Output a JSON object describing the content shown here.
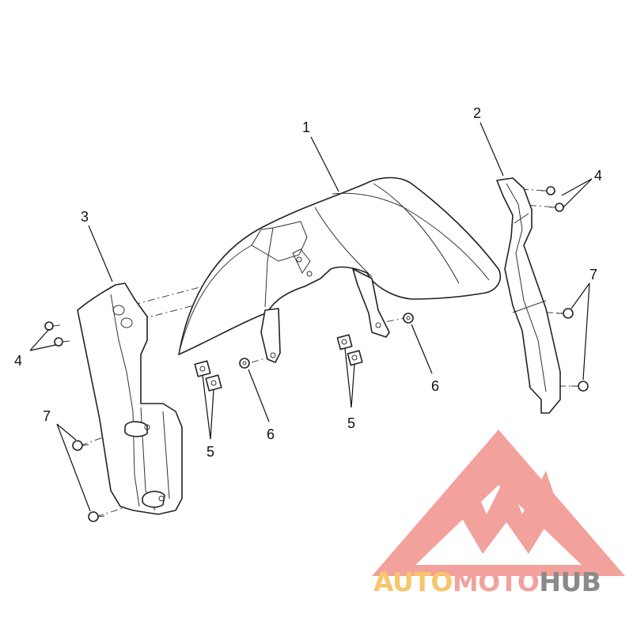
{
  "callouts": {
    "c1": "1",
    "c2": "2",
    "c3": "3",
    "c4_right": "4",
    "c4_left": "4",
    "c5_left": "5",
    "c5_right": "5",
    "c6_left": "6",
    "c6_right": "6",
    "c7_right": "7",
    "c7_left": "7"
  },
  "watermark": {
    "word_auto": "AUTO",
    "word_moto": "MOTO",
    "word_hub": "HUB",
    "color_auto": "#f7c66b",
    "color_moto": "#f2a19c",
    "color_hub": "#8a8a8a",
    "logo_color": "#f2a19c"
  }
}
